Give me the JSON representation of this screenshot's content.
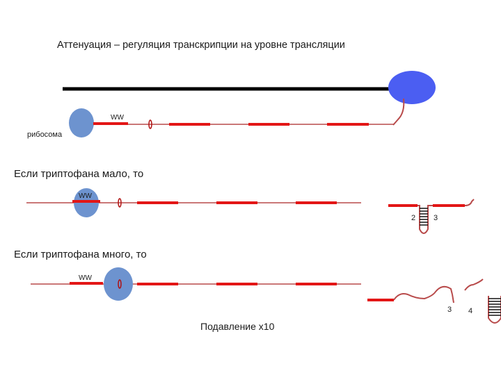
{
  "title": "Аттенуация – регуляция транскрипции на уровне трансляции",
  "labels": {
    "ribosome": "рибосома",
    "ww_top": "WW",
    "ww_mid": "WW",
    "ww_bottom": "WW",
    "region_2_mid": "2",
    "region_3_mid": "3",
    "region_3_bottom": "3",
    "region_4_bottom": "4",
    "repression": "Подавление х10"
  },
  "sections": {
    "low_tryptophan": "Если триптофана мало, то",
    "high_tryptophan": "Если триптофана много, то"
  },
  "colors": {
    "dna": "#000000",
    "rna_polymerase": "#4b5ef2",
    "ribosome": "#6d93cf",
    "mrna_line": "#b84a4a",
    "mrna_region": "#e31616",
    "stem_loop": "#111111"
  }
}
